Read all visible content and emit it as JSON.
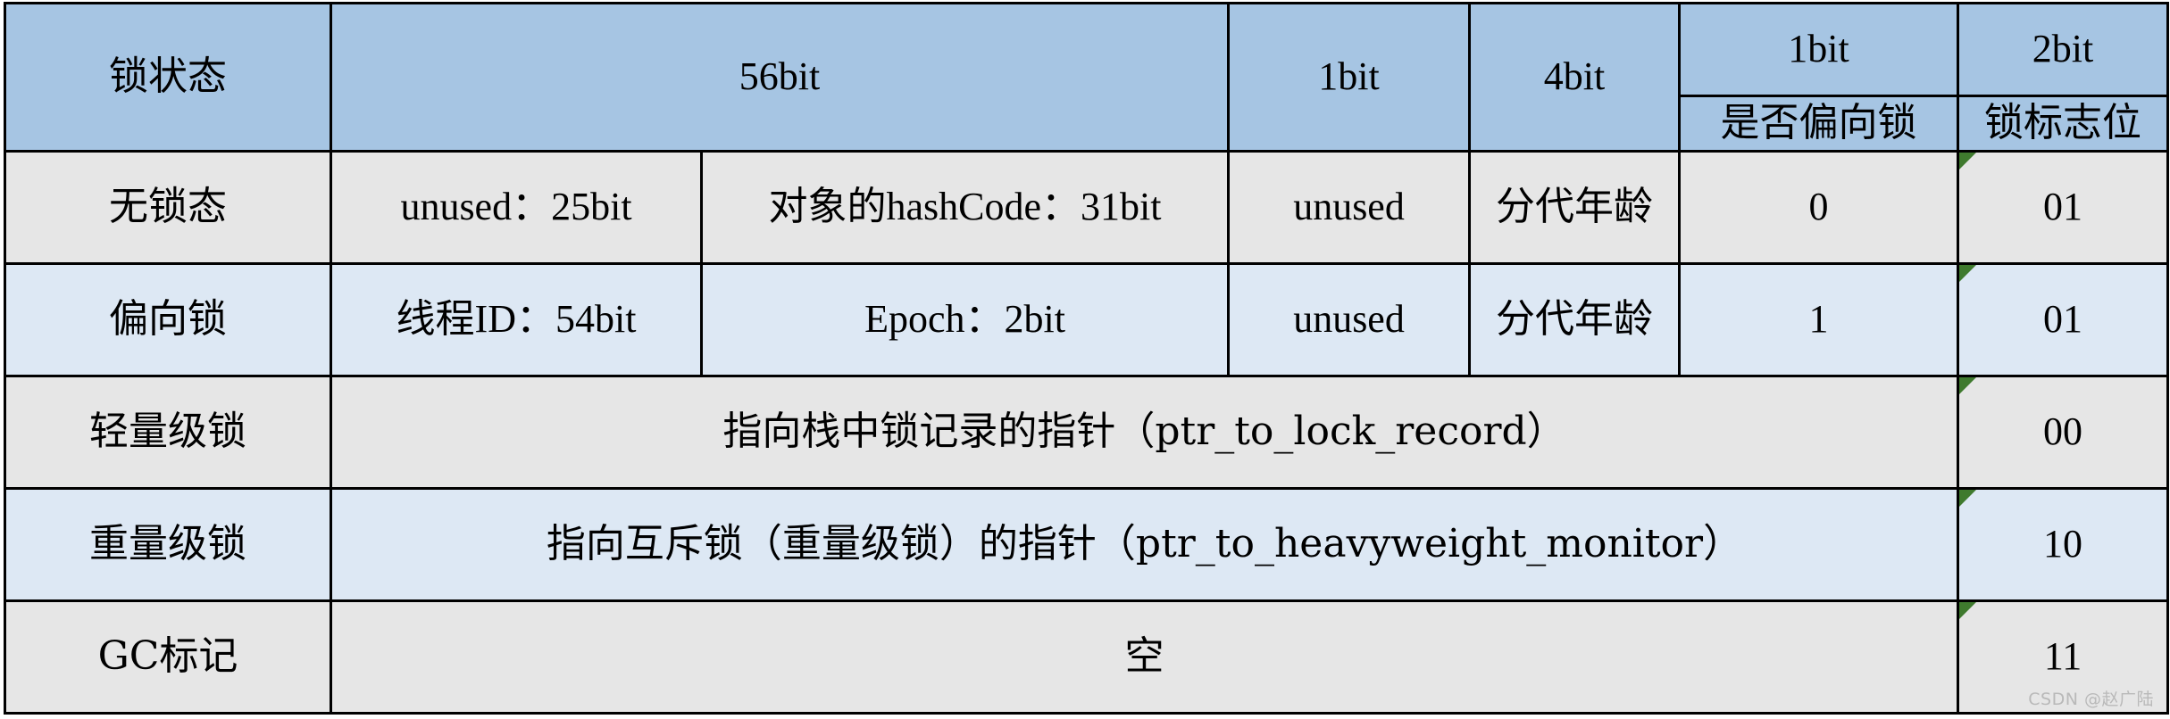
{
  "table": {
    "header": {
      "state_label": "锁状态",
      "bits_56": "56bit",
      "bits_1": "1bit",
      "bits_4": "4bit",
      "bias_bits": "1bit",
      "flag_bits": "2bit",
      "bias_label": "是否偏向锁",
      "flag_label": "锁标志位"
    },
    "rows": [
      {
        "state": "无锁态",
        "field_a": "unused：25bit",
        "field_b": "对象的hashCode：31bit",
        "unused": "unused",
        "age": "分代年龄",
        "bias": "0",
        "flag": "01",
        "span": false,
        "shade": "gray"
      },
      {
        "state": "偏向锁",
        "field_a": "线程ID：54bit",
        "field_b": "Epoch：2bit",
        "unused": "unused",
        "age": "分代年龄",
        "bias": "1",
        "flag": "01",
        "span": false,
        "shade": "blue"
      },
      {
        "state": "轻量级锁",
        "wide": "指向栈中锁记录的指针（ptr_to_lock_record）",
        "flag": "00",
        "span": true,
        "shade": "gray"
      },
      {
        "state": "重量级锁",
        "wide": "指向互斥锁（重量级锁）的指针（ptr_to_heavyweight_monitor）",
        "flag": "10",
        "span": true,
        "shade": "blue"
      },
      {
        "state": "GC标记",
        "wide": "空",
        "flag": "11",
        "span": true,
        "shade": "gray"
      }
    ]
  },
  "watermark": "CSDN @赵广陆",
  "colors": {
    "header_bg": "#a6c5e3",
    "row_gray": "#e6e6e6",
    "row_blue": "#dde8f4",
    "border": "#000000",
    "marker_green": "#3f7a2e",
    "watermark": "#b9b9b9"
  }
}
